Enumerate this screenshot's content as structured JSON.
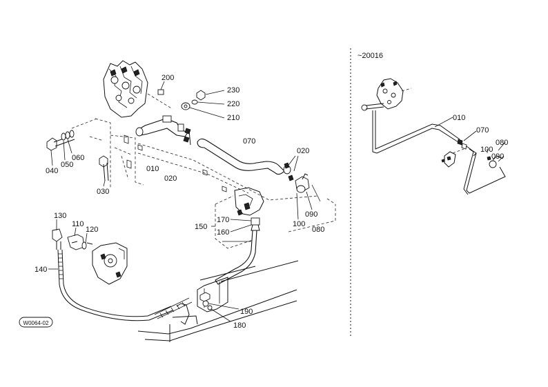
{
  "drawing_code": "W0064-02",
  "variant_label": "~20016",
  "part_labels": {
    "p200": "200",
    "p230": "230",
    "p220": "220",
    "p210": "210",
    "p070": "070",
    "p020a": "020",
    "p020b": "020",
    "p010": "010",
    "p040": "040",
    "p050": "050",
    "p060": "060",
    "p030": "030",
    "p090": "090",
    "p100": "100",
    "p080": "080",
    "p170": "170",
    "p160": "160",
    "p150": "150",
    "p130": "130",
    "p110": "110",
    "p120": "120",
    "p140": "140",
    "p190": "190",
    "p180": "180",
    "r010": "010",
    "r070": "070",
    "r080": "080",
    "r100": "100",
    "r090": "090"
  }
}
